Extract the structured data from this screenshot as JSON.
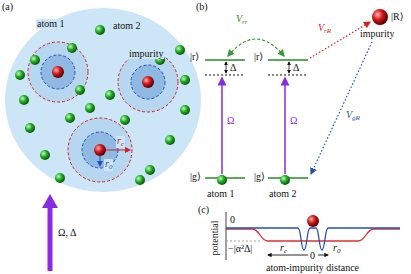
{
  "diagram": {
    "labels": [
      "(a)",
      "atom 1",
      "atom 2",
      "impurity",
      "rc",
      "r0",
      "Ω, Δ",
      "(b)",
      "Vrr",
      "|r⟩",
      "|r⟩",
      "VrR",
      "|R⟩",
      "impurity",
      "Δ",
      "Δ",
      "Ω",
      "Ω",
      "VgR",
      "|g⟩",
      "|g⟩",
      "atom 1",
      "atom 2",
      "(c)",
      "potential",
      "0",
      "−|α²Δ|",
      "rc",
      "r0",
      "0",
      "atom-impurity distance"
    ]
  }
}
